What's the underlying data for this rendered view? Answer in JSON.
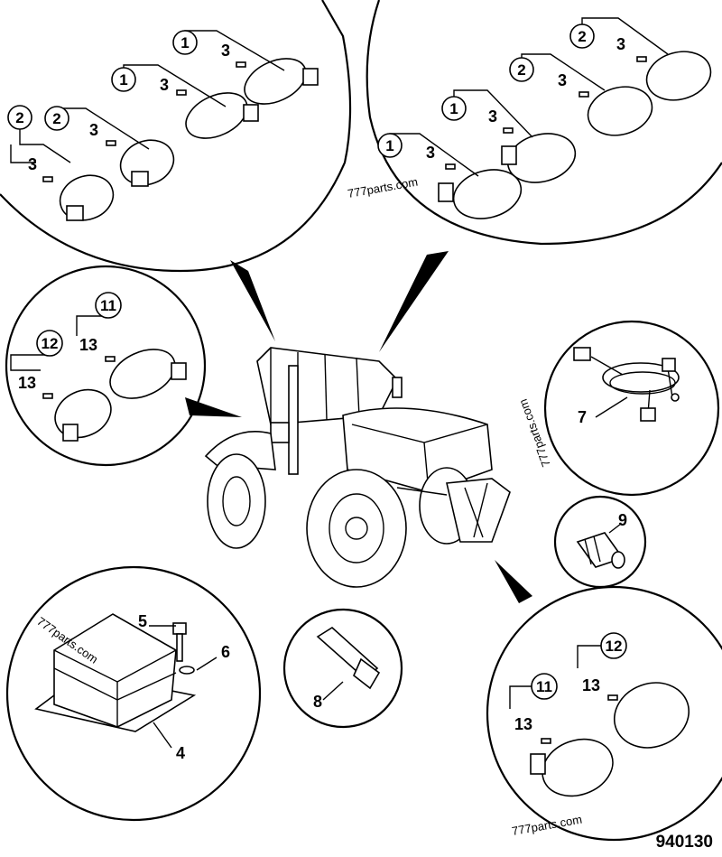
{
  "diagram": {
    "drawing_number": "940130",
    "watermarks": [
      "777parts.com",
      "777parts.com",
      "777parts.com",
      "777parts.com"
    ],
    "callouts": {
      "c1": "1",
      "c2": "2",
      "c3": "3",
      "c4": "4",
      "c5": "5",
      "c6": "6",
      "c7": "7",
      "c8": "8",
      "c9": "9",
      "c11": "11",
      "c12": "12",
      "c13": "13"
    }
  }
}
